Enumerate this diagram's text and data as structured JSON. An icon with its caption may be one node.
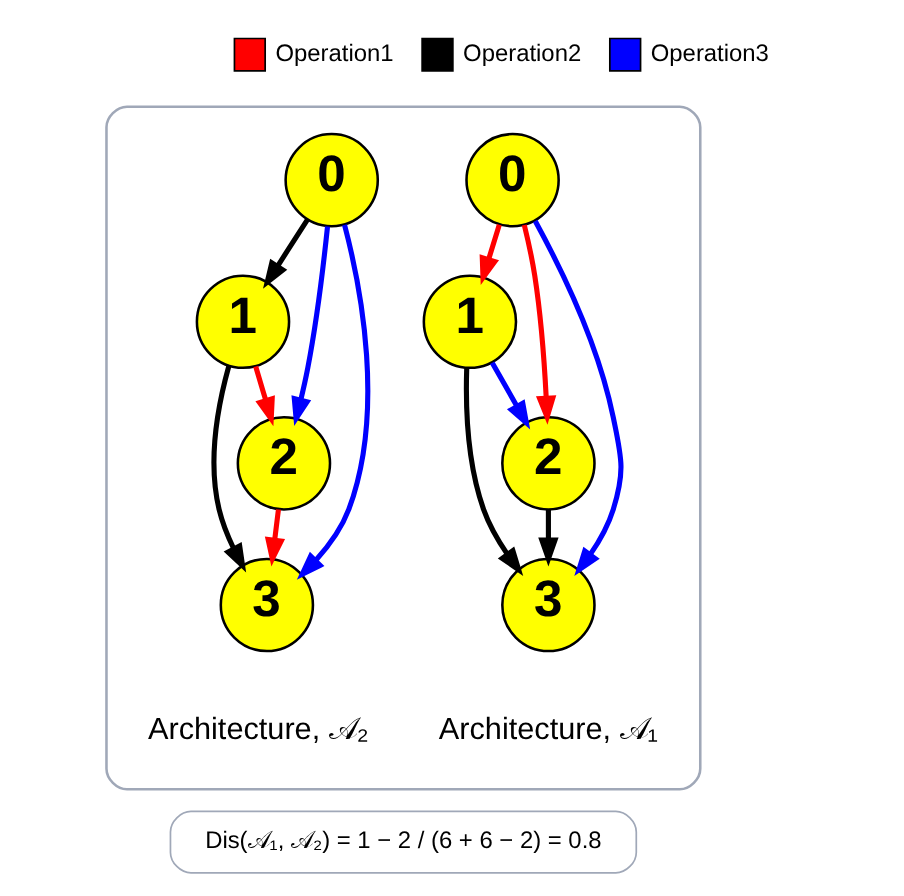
{
  "diagram": {
    "nodes": [
      {
        "text": [],
        "shape": "box"
      },
      {
        "text": [
          "0"
        ],
        "in": 0
      },
      {
        "text": [
          "1"
        ],
        "in": 0
      },
      {
        "text": [
          "2"
        ],
        "in": 0
      },
      {
        "text": [
          "3"
        ],
        "in": 0
      },
      {
        "text": [
          "0"
        ],
        "in": 0
      },
      {
        "text": [
          "1"
        ],
        "in": 0
      },
      {
        "text": [
          "2"
        ],
        "in": 0
      },
      {
        "text": [
          "3"
        ],
        "in": 0
      },
      {
        "text": [
          "Dis(𝒜₁, 𝒜₂) = 1 − 2 / (6 + 6 − 2) = 0.8"
        ]
      }
    ],
    "edges": [
      {
        "from": 1,
        "to": 2,
        "arrow": "to",
        "color": "#ff0000"
      },
      {
        "from": 1,
        "to": 3,
        "arrow": "to",
        "color": "#ff0000"
      },
      {
        "from": 2,
        "to": 3,
        "arrow": "to",
        "color": "#0000ff"
      },
      {
        "from": 2,
        "to": 4,
        "arrow": "to",
        "color": "#000000"
      },
      {
        "from": 3,
        "to": 4,
        "arrow": "to",
        "color": "#000000"
      },
      {
        "from": 1,
        "to": 4,
        "arrow": "to",
        "color": "#0000ff"
      },
      {
        "from": 5,
        "to": 6,
        "arrow": "to",
        "color": "#000000"
      },
      {
        "from": 5,
        "to": 7,
        "arrow": "to",
        "color": "#0000ff"
      },
      {
        "from": 6,
        "to": 7,
        "arrow": "to",
        "color": "#ff0000"
      },
      {
        "from": 6,
        "to": 8,
        "arrow": "to",
        "color": "#000000"
      },
      {
        "from": 7,
        "to": 8,
        "arrow": "to",
        "color": "#ff0000"
      },
      {
        "from": 5,
        "to": 8,
        "arrow": "to",
        "color": "#0000ff"
      }
    ],
    "labels": [
      "Architecture, 𝒜₁",
      "Architecture, 𝒜₂"
    ],
    "legend": [
      {
        "text": "Operation1",
        "color": "#ff0000"
      },
      {
        "text": "Operation2",
        "color": "#000000"
      },
      {
        "text": "Operation3",
        "color": "#0000ff"
      }
    ]
  }
}
